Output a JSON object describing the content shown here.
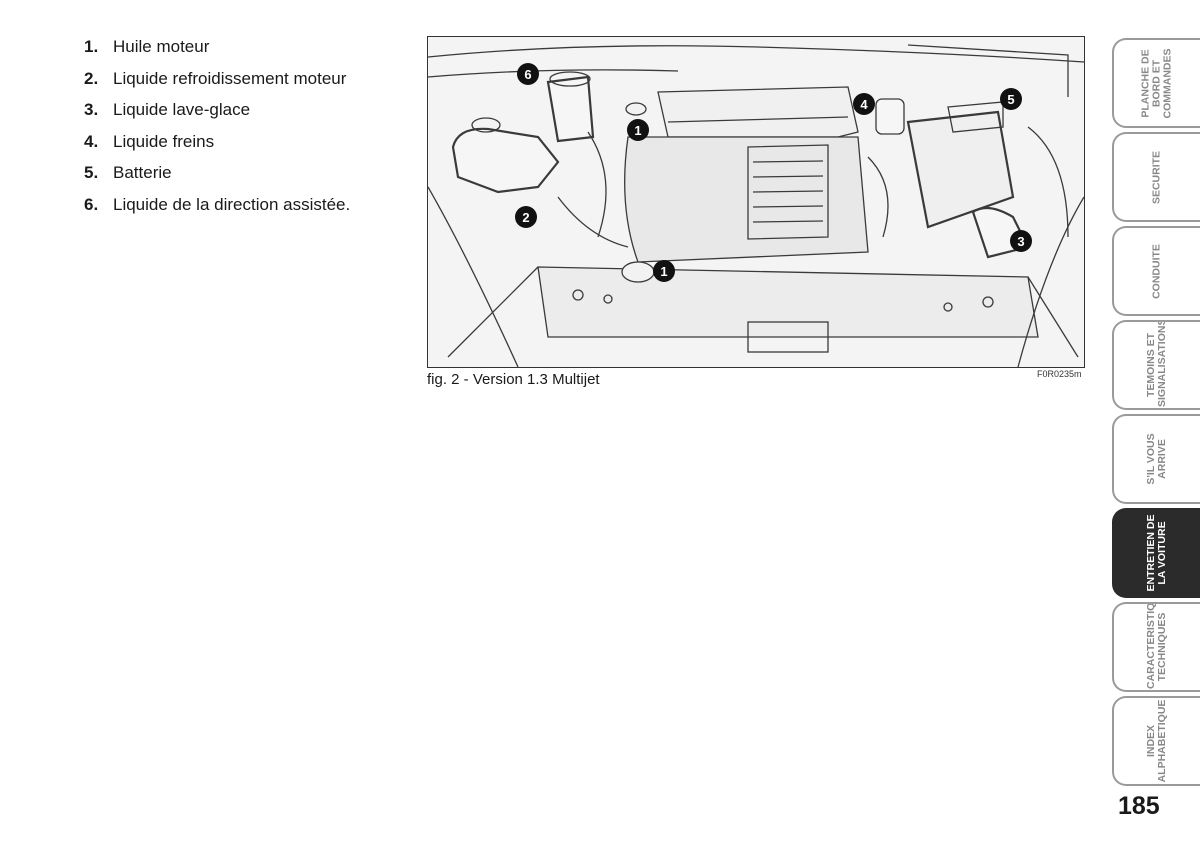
{
  "legend": [
    {
      "num": "1.",
      "label": "Huile moteur"
    },
    {
      "num": "2.",
      "label": "Liquide refroidissement moteur"
    },
    {
      "num": "3.",
      "label": "Liquide lave-glace"
    },
    {
      "num": "4.",
      "label": "Liquide freins"
    },
    {
      "num": "5.",
      "label": "Batterie"
    },
    {
      "num": "6.",
      "label": "Liquide de la direction assistée."
    }
  ],
  "figure": {
    "caption": "fig. 2 - Version 1.3 Multijet",
    "code": "F0R0235m",
    "callouts": [
      "1",
      "1",
      "2",
      "3",
      "4",
      "5",
      "6"
    ]
  },
  "tabs": [
    {
      "label": "PLANCHE DE\nBORD ET\nCOMMANDES",
      "active": false
    },
    {
      "label": "SECURITE",
      "active": false
    },
    {
      "label": "CONDUITE",
      "active": false
    },
    {
      "label": "TEMOINS ET\nSIGNALISATIONS",
      "active": false
    },
    {
      "label": "S'IL VOUS\nARRIVE",
      "active": false
    },
    {
      "label": "ENTRETIEN DE\nLA VOITURE",
      "active": true
    },
    {
      "label": "CARACTERISTIQUES\nTECHNIQUES",
      "active": false
    },
    {
      "label": "INDEX\nALPHABETIQUE",
      "active": false
    }
  ],
  "page_number": "185",
  "colors": {
    "active_tab": "#2b2b2b",
    "tab_border": "#9a9a9a",
    "tab_text": "#888888"
  }
}
